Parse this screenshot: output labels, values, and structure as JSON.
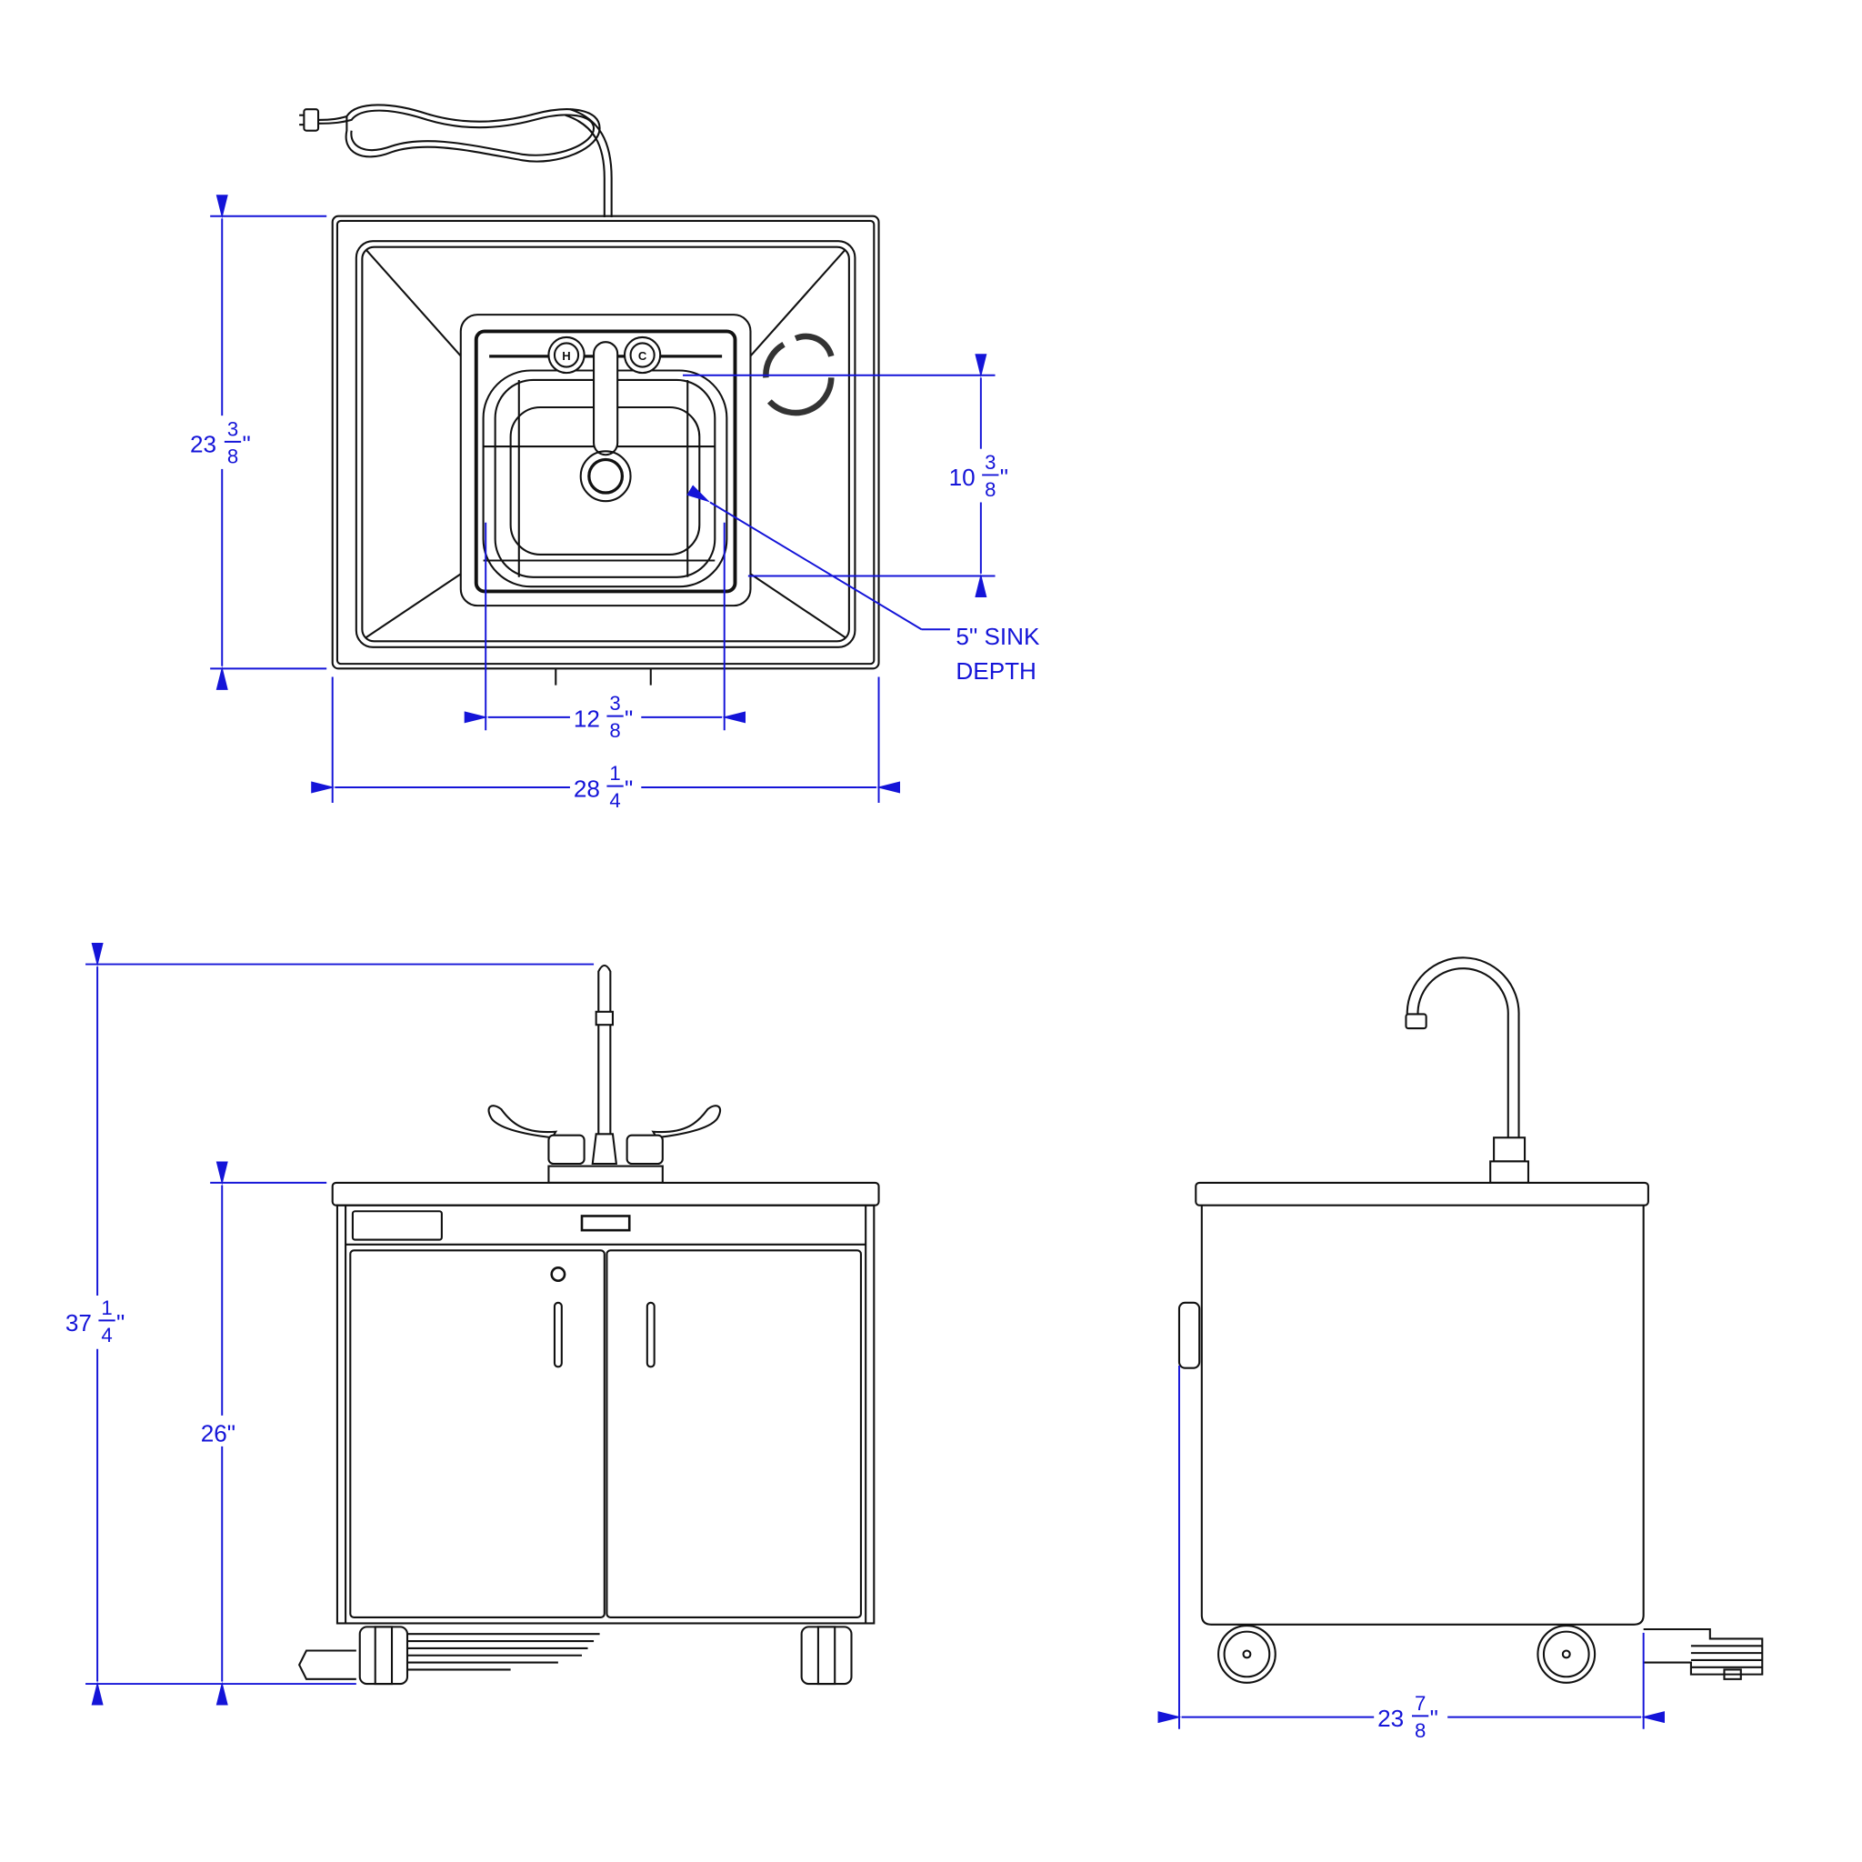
{
  "views": {
    "top": {
      "depth": {
        "whole": "23",
        "num": "3",
        "den": "8",
        "unit": "\""
      },
      "sink_front_back": {
        "whole": "10",
        "num": "3",
        "den": "8",
        "unit": "\""
      },
      "sink_width": {
        "whole": "12",
        "num": "3",
        "den": "8",
        "unit": "\""
      },
      "overall_width": {
        "whole": "28",
        "num": "1",
        "den": "4",
        "unit": "\""
      },
      "sink_depth_note": {
        "line1": "5\" SINK",
        "line2": "DEPTH"
      },
      "knob_hot": "H",
      "knob_cold": "C"
    },
    "front": {
      "overall_height": {
        "whole": "37",
        "num": "1",
        "den": "4",
        "unit": "\""
      },
      "counter_height": "26\""
    },
    "side": {
      "depth": {
        "whole": "23",
        "num": "7",
        "den": "8",
        "unit": "\""
      }
    }
  },
  "colors": {
    "dimension": "#1414d8",
    "linework": "#111111"
  }
}
